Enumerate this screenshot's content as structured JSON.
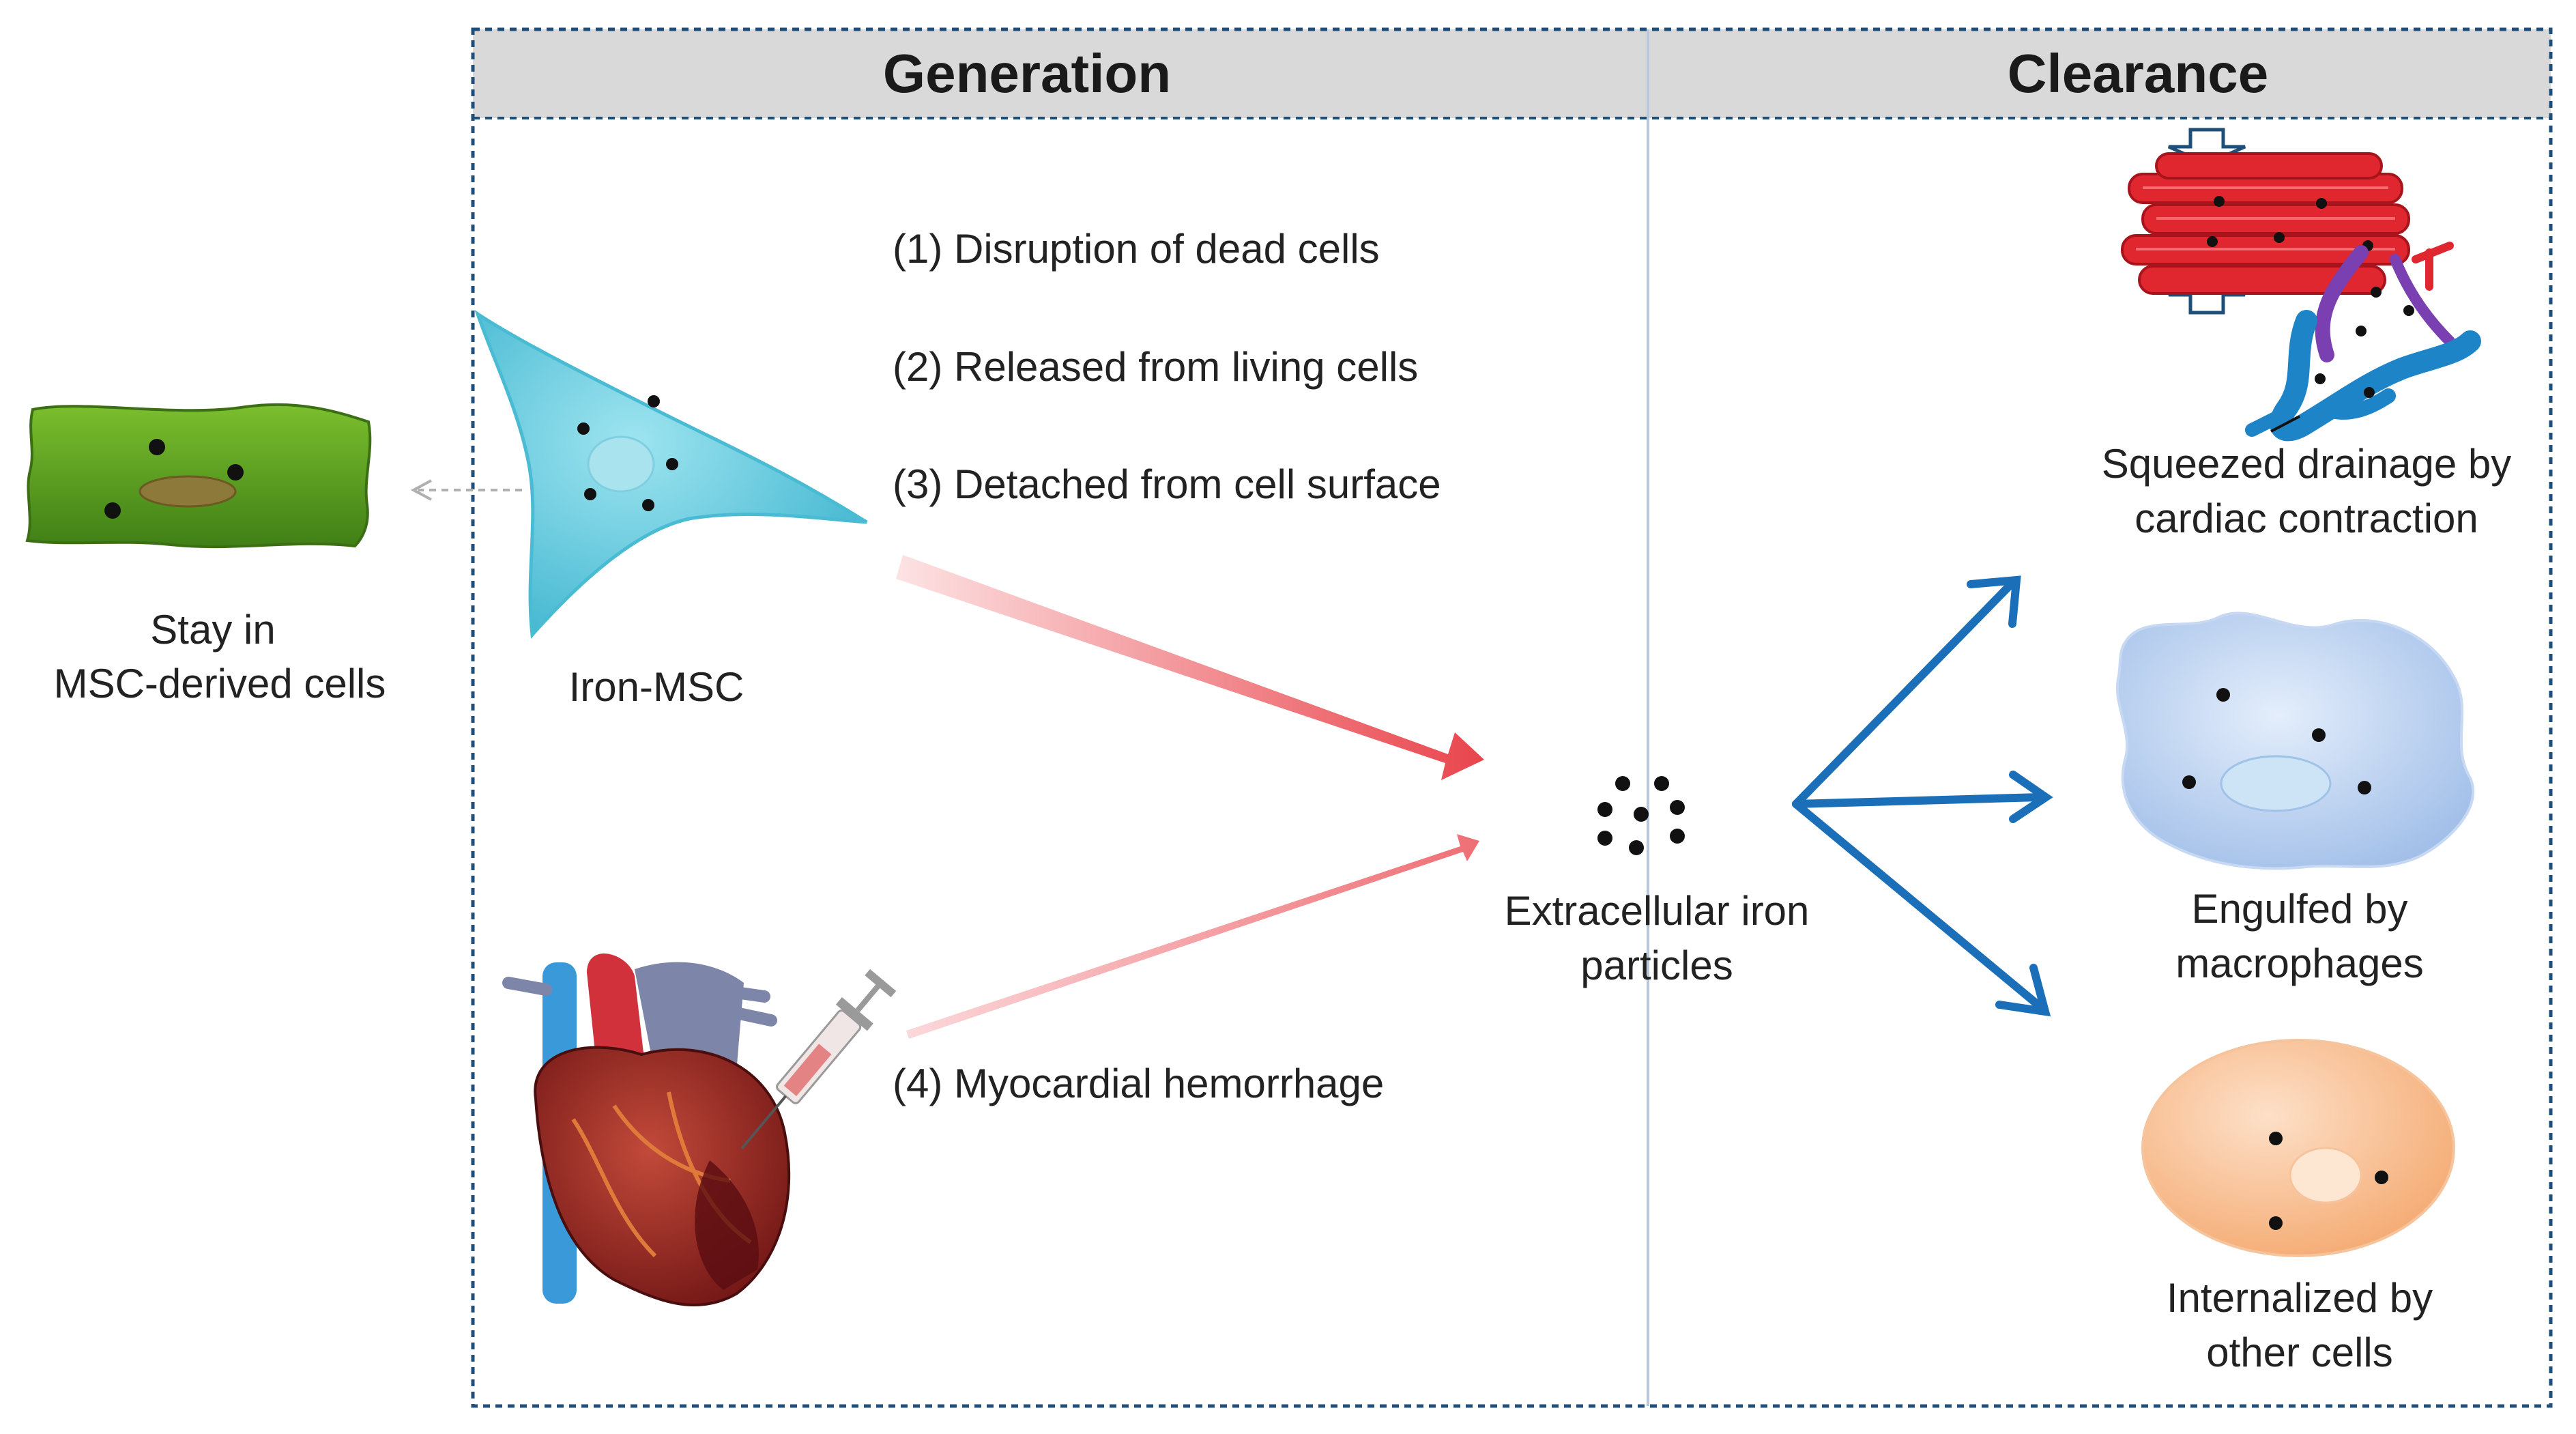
{
  "headers": {
    "generation": "Generation",
    "clearance": "Clearance"
  },
  "left": {
    "caption_line1": "Stay in",
    "caption_line2": "MSC-derived cells"
  },
  "source": {
    "cell_label": "Iron-MSC"
  },
  "mechanisms": [
    "(1) Disruption of dead cells",
    "(2) Released from living cells",
    "(3) Detached from cell surface",
    "(4) Myocardial hemorrhage"
  ],
  "center": {
    "label_line1": "Extracellular iron",
    "label_line2": "particles"
  },
  "clearance_routes": [
    {
      "line1": "Squeezed drainage by",
      "line2": "cardiac contraction"
    },
    {
      "line1": "Engulfed by",
      "line2": "macrophages"
    },
    {
      "line1": "Internalized by",
      "line2": "other cells"
    }
  ],
  "colors": {
    "header_bg": "#d9d9d9",
    "border": "#1f4e79",
    "generation_arrow": "#e8494f",
    "clearance_arrow": "#1a6fb8",
    "msc_cell": "#5bc8dc",
    "derived_cell": "#5a9e1e",
    "macrophage": "#b8d0ef",
    "other_cell": "#f7b98a",
    "muscle": "#e0262f",
    "vessel": "#1e84c8"
  },
  "icons": [
    "msc-derived-cell-icon",
    "iron-msc-cell-icon",
    "injected-heart-icon",
    "iron-particles-icon",
    "myofiber-vessel-icon",
    "macrophage-icon",
    "other-cell-icon"
  ]
}
